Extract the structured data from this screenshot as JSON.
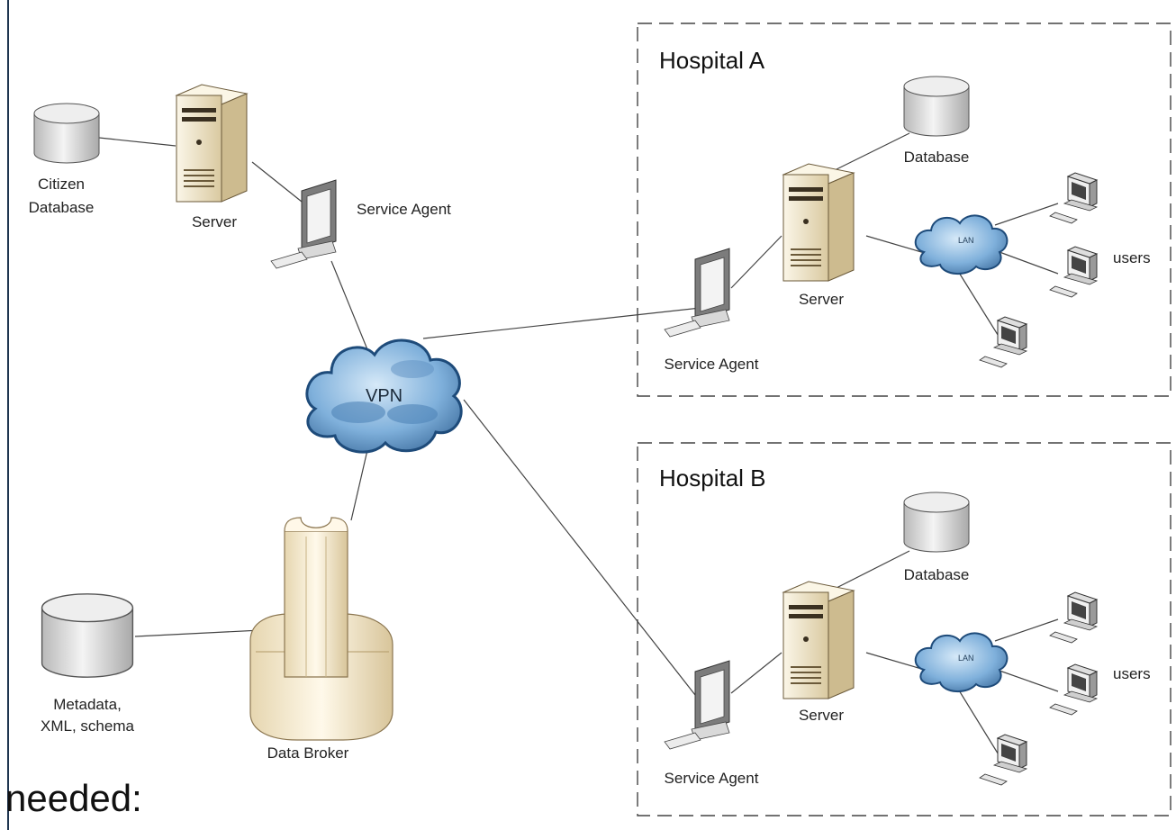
{
  "hospital_a": {
    "title": "Hospital A",
    "database": "Database",
    "server": "Server",
    "service_agent": "Service Agent",
    "lan": "LAN",
    "users": "users"
  },
  "hospital_b": {
    "title": "Hospital B",
    "database": "Database",
    "server": "Server",
    "service_agent": "Service Agent",
    "lan": "LAN",
    "users": "users"
  },
  "left": {
    "citizen_database": [
      "Citizen",
      "Database"
    ],
    "server": "Server",
    "service_agent": "Service Agent",
    "vpn": "VPN",
    "metadata": [
      "Metadata,",
      "XML, schema"
    ],
    "data_broker": "Data Broker"
  },
  "caption": "needed:",
  "colors": {
    "cloud": "#5a8fc4",
    "server_body": "#f2e7cc",
    "database": "#d9d9d9",
    "frame": "#1f3550"
  }
}
